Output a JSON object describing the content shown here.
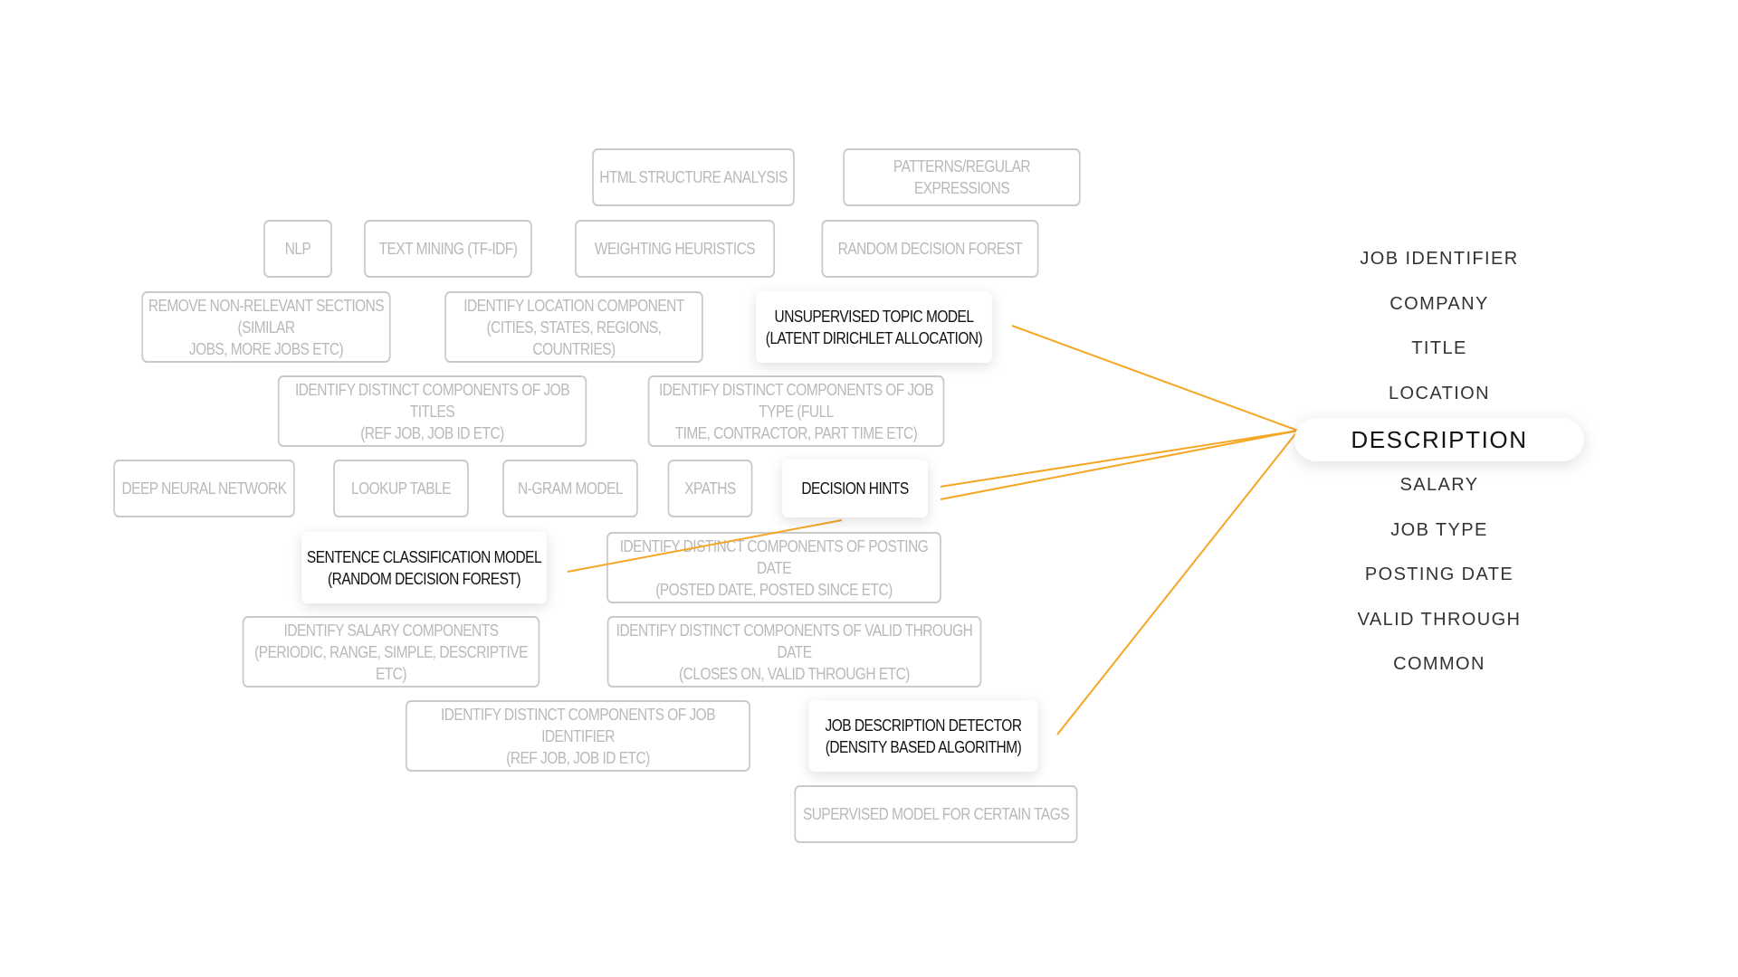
{
  "techniques": {
    "html_structure_analysis": {
      "label": "HTML STRUCTURE ANALYSIS",
      "active": false
    },
    "patterns_regex": {
      "label": "PATTERNS/REGULAR EXPRESSIONS",
      "active": false
    },
    "nlp": {
      "label": "NLP",
      "active": false
    },
    "text_mining": {
      "label": "TEXT MINING (TF-IDF)",
      "active": false
    },
    "weighting_heuristics": {
      "label": "WEIGHTING HEURISTICS",
      "active": false
    },
    "random_decision_forest": {
      "label": "RANDOM DECISION FOREST",
      "active": false
    },
    "remove_non_relevant": {
      "label": "REMOVE NON-RELEVANT SECTIONS (SIMILAR\nJOBS, MORE JOBS ETC)",
      "active": false
    },
    "identify_location": {
      "label": "IDENTIFY LOCATION COMPONENT\n(CITIES, STATES, REGIONS, COUNTRIES)",
      "active": false
    },
    "unsupervised_topic_model": {
      "label": "UNSUPERVISED TOPIC MODEL\n(LATENT DIRICHLET ALLOCATION)",
      "active": true
    },
    "job_titles_components": {
      "label": "IDENTIFY DISTINCT COMPONENTS OF JOB TITLES\n(REF JOB, JOB ID ETC)",
      "active": false
    },
    "job_type_components": {
      "label": "IDENTIFY DISTINCT COMPONENTS OF JOB TYPE (FULL\nTIME, CONTRACTOR, PART TIME ETC)",
      "active": false
    },
    "deep_neural_network": {
      "label": "DEEP NEURAL NETWORK",
      "active": false
    },
    "lookup_table": {
      "label": "LOOKUP TABLE",
      "active": false
    },
    "ngram_model": {
      "label": "N-GRAM MODEL",
      "active": false
    },
    "xpaths": {
      "label": "XPATHS",
      "active": false
    },
    "decision_hints": {
      "label": "DECISION HINTS",
      "active": true
    },
    "sentence_classification": {
      "label": "SENTENCE CLASSIFICATION MODEL\n(RANDOM DECISION FOREST)",
      "active": true
    },
    "posting_date_components": {
      "label": "IDENTIFY DISTINCT COMPONENTS OF POSTING DATE\n(POSTED DATE, POSTED SINCE ETC)",
      "active": false
    },
    "salary_components": {
      "label": "IDENTIFY SALARY COMPONENTS\n(PERIODIC, RANGE, SIMPLE, DESCRIPTIVE ETC)",
      "active": false
    },
    "valid_through_components": {
      "label": "IDENTIFY DISTINCT COMPONENTS OF VALID THROUGH DATE\n(CLOSES ON, VALID THROUGH ETC)",
      "active": false
    },
    "job_identifier_components": {
      "label": "IDENTIFY DISTINCT COMPONENTS OF JOB IDENTIFIER\n(REF JOB, JOB ID ETC)",
      "active": false
    },
    "job_description_detector": {
      "label": "JOB DESCRIPTION DETECTOR\n(DENSITY BASED ALGORITHM)",
      "active": true
    },
    "supervised_model": {
      "label": "SUPERVISED MODEL FOR CERTAIN TAGS",
      "active": false
    }
  },
  "fields": {
    "job_identifier": "JOB IDENTIFIER",
    "company": "COMPANY",
    "title": "TITLE",
    "location": "LOCATION",
    "description": "DESCRIPTION",
    "salary": "SALARY",
    "job_type": "JOB TYPE",
    "posting_date": "POSTING DATE",
    "valid_through": "VALID THROUGH",
    "common": "COMMON"
  },
  "selected_field": "description",
  "connections": [
    {
      "from": "unsupervised_topic_model",
      "to": "description"
    },
    {
      "from": "decision_hints",
      "to": "description"
    },
    {
      "from": "sentence_classification",
      "to": "description"
    },
    {
      "from": "job_description_detector",
      "to": "description"
    }
  ],
  "colors": {
    "link": "#f5a623",
    "inactive_border": "#c9c9c9",
    "inactive_text": "#b9b9b9",
    "active_text": "#111111",
    "field_text": "#333333"
  }
}
